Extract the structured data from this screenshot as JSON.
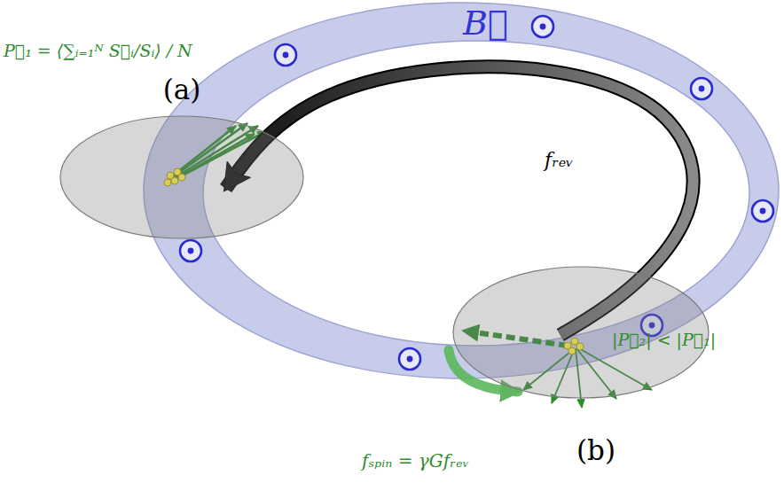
{
  "diagram": {
    "nodes": [
      {
        "text": [
          "(a)"
        ]
      },
      {
        "text": [
          "(b)"
        ]
      }
    ],
    "edges": [
      {
        "from": 1,
        "to": 0,
        "arrow": "to"
      }
    ],
    "labels": [
      "B⃗",
      "fᵣₑᵥ",
      "P⃗₁ = ⟨∑ᵢ₌₁ᴺ S⃗ᵢ/Sᵢ⟩ / N",
      "|P⃗₂| < |P⃗₁|",
      "fₛₚᵢₙ = γGfᵣₑᵥ"
    ]
  }
}
